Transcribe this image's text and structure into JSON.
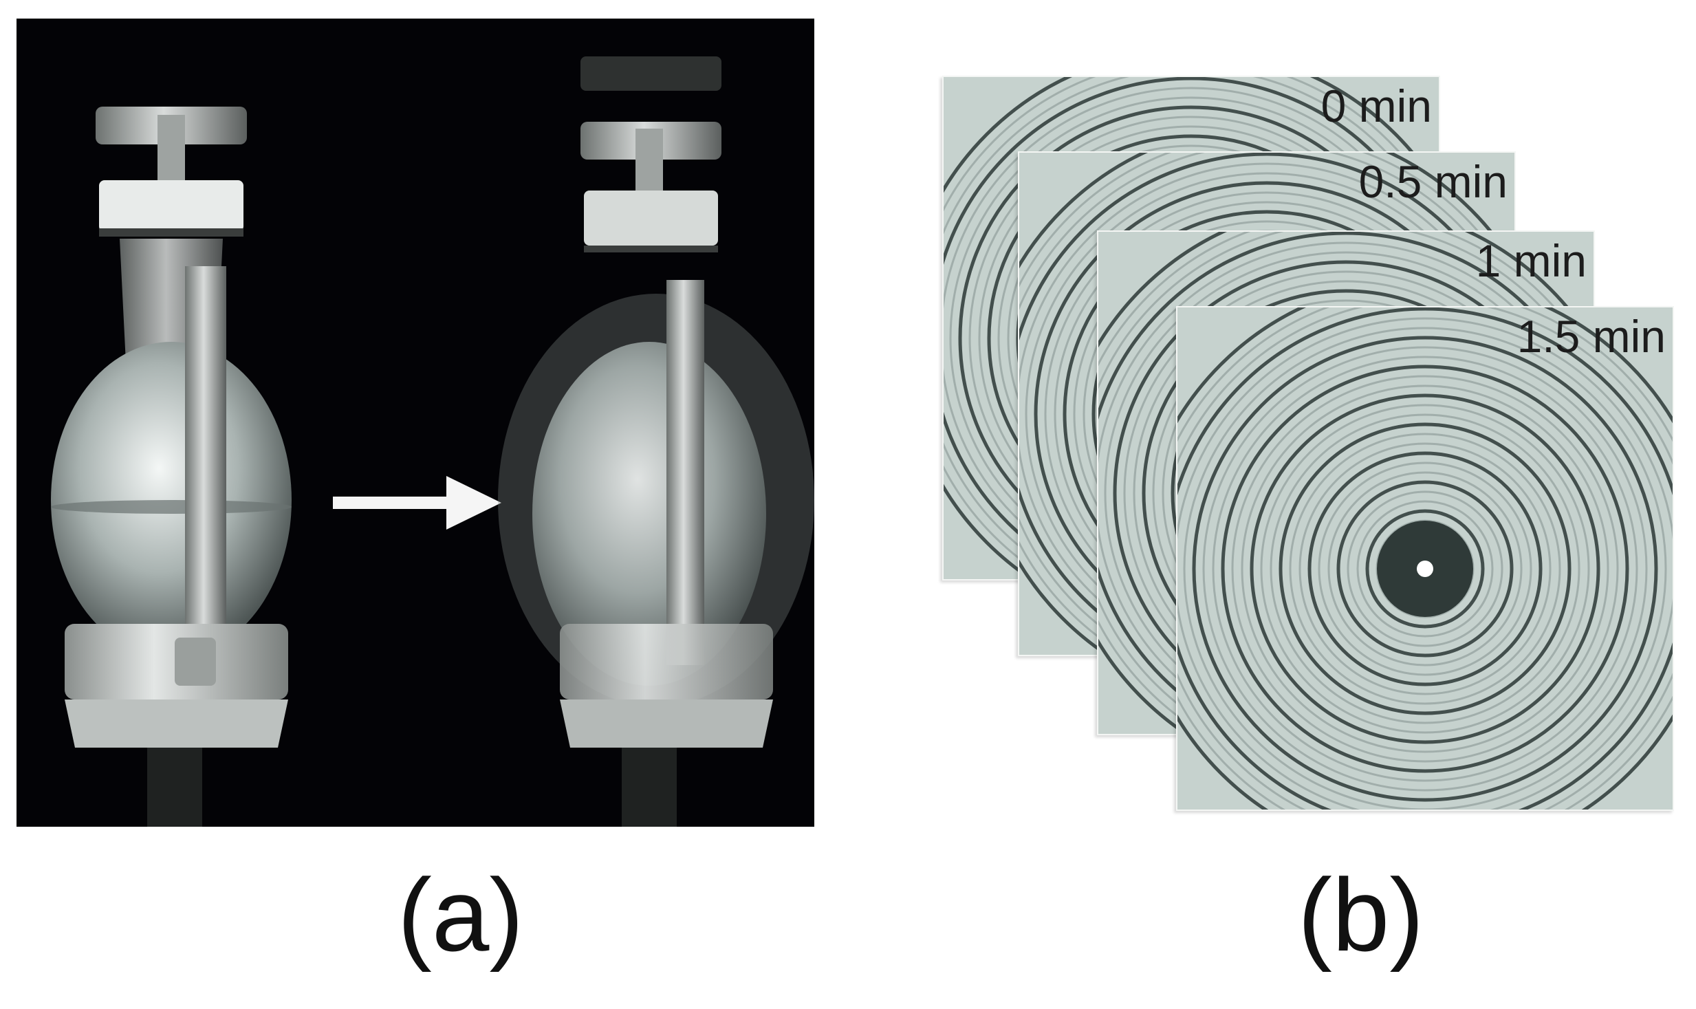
{
  "panels": [
    {
      "caption": "(a)",
      "image": "strain-rig-photo-with-inflated-specimen",
      "arrow_icon": "right-arrow-icon"
    },
    {
      "caption": "(b)",
      "image": "diffraction-ring-pattern-stack",
      "frames": [
        {
          "label": "0 min"
        },
        {
          "label": "0.5 min"
        },
        {
          "label": "1 min"
        },
        {
          "label": "1.5 min"
        }
      ]
    }
  ]
}
